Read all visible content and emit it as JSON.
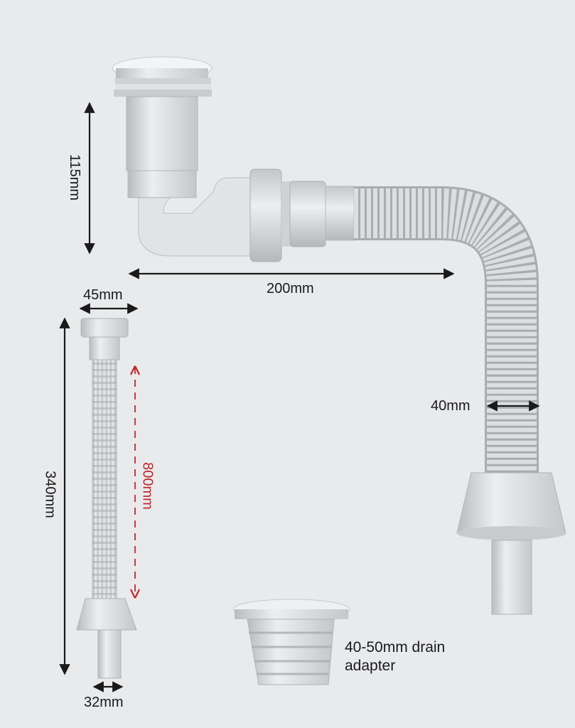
{
  "labels": {
    "height_top": "115mm",
    "width_top": "200mm",
    "width_small": "45mm",
    "height_left": "340mm",
    "length_extended": "800mm",
    "hose_diameter": "40mm",
    "outlet_small": "32mm",
    "adapter_line1": "40-50mm drain",
    "adapter_line2": "adapter"
  },
  "colors": {
    "background": "#e9eaeb",
    "plastic": "#d9dbdd",
    "plastic_shadow": "#b9bcbf",
    "dimension_line": "#1a1a1a",
    "extended_length": "#c0282d"
  }
}
